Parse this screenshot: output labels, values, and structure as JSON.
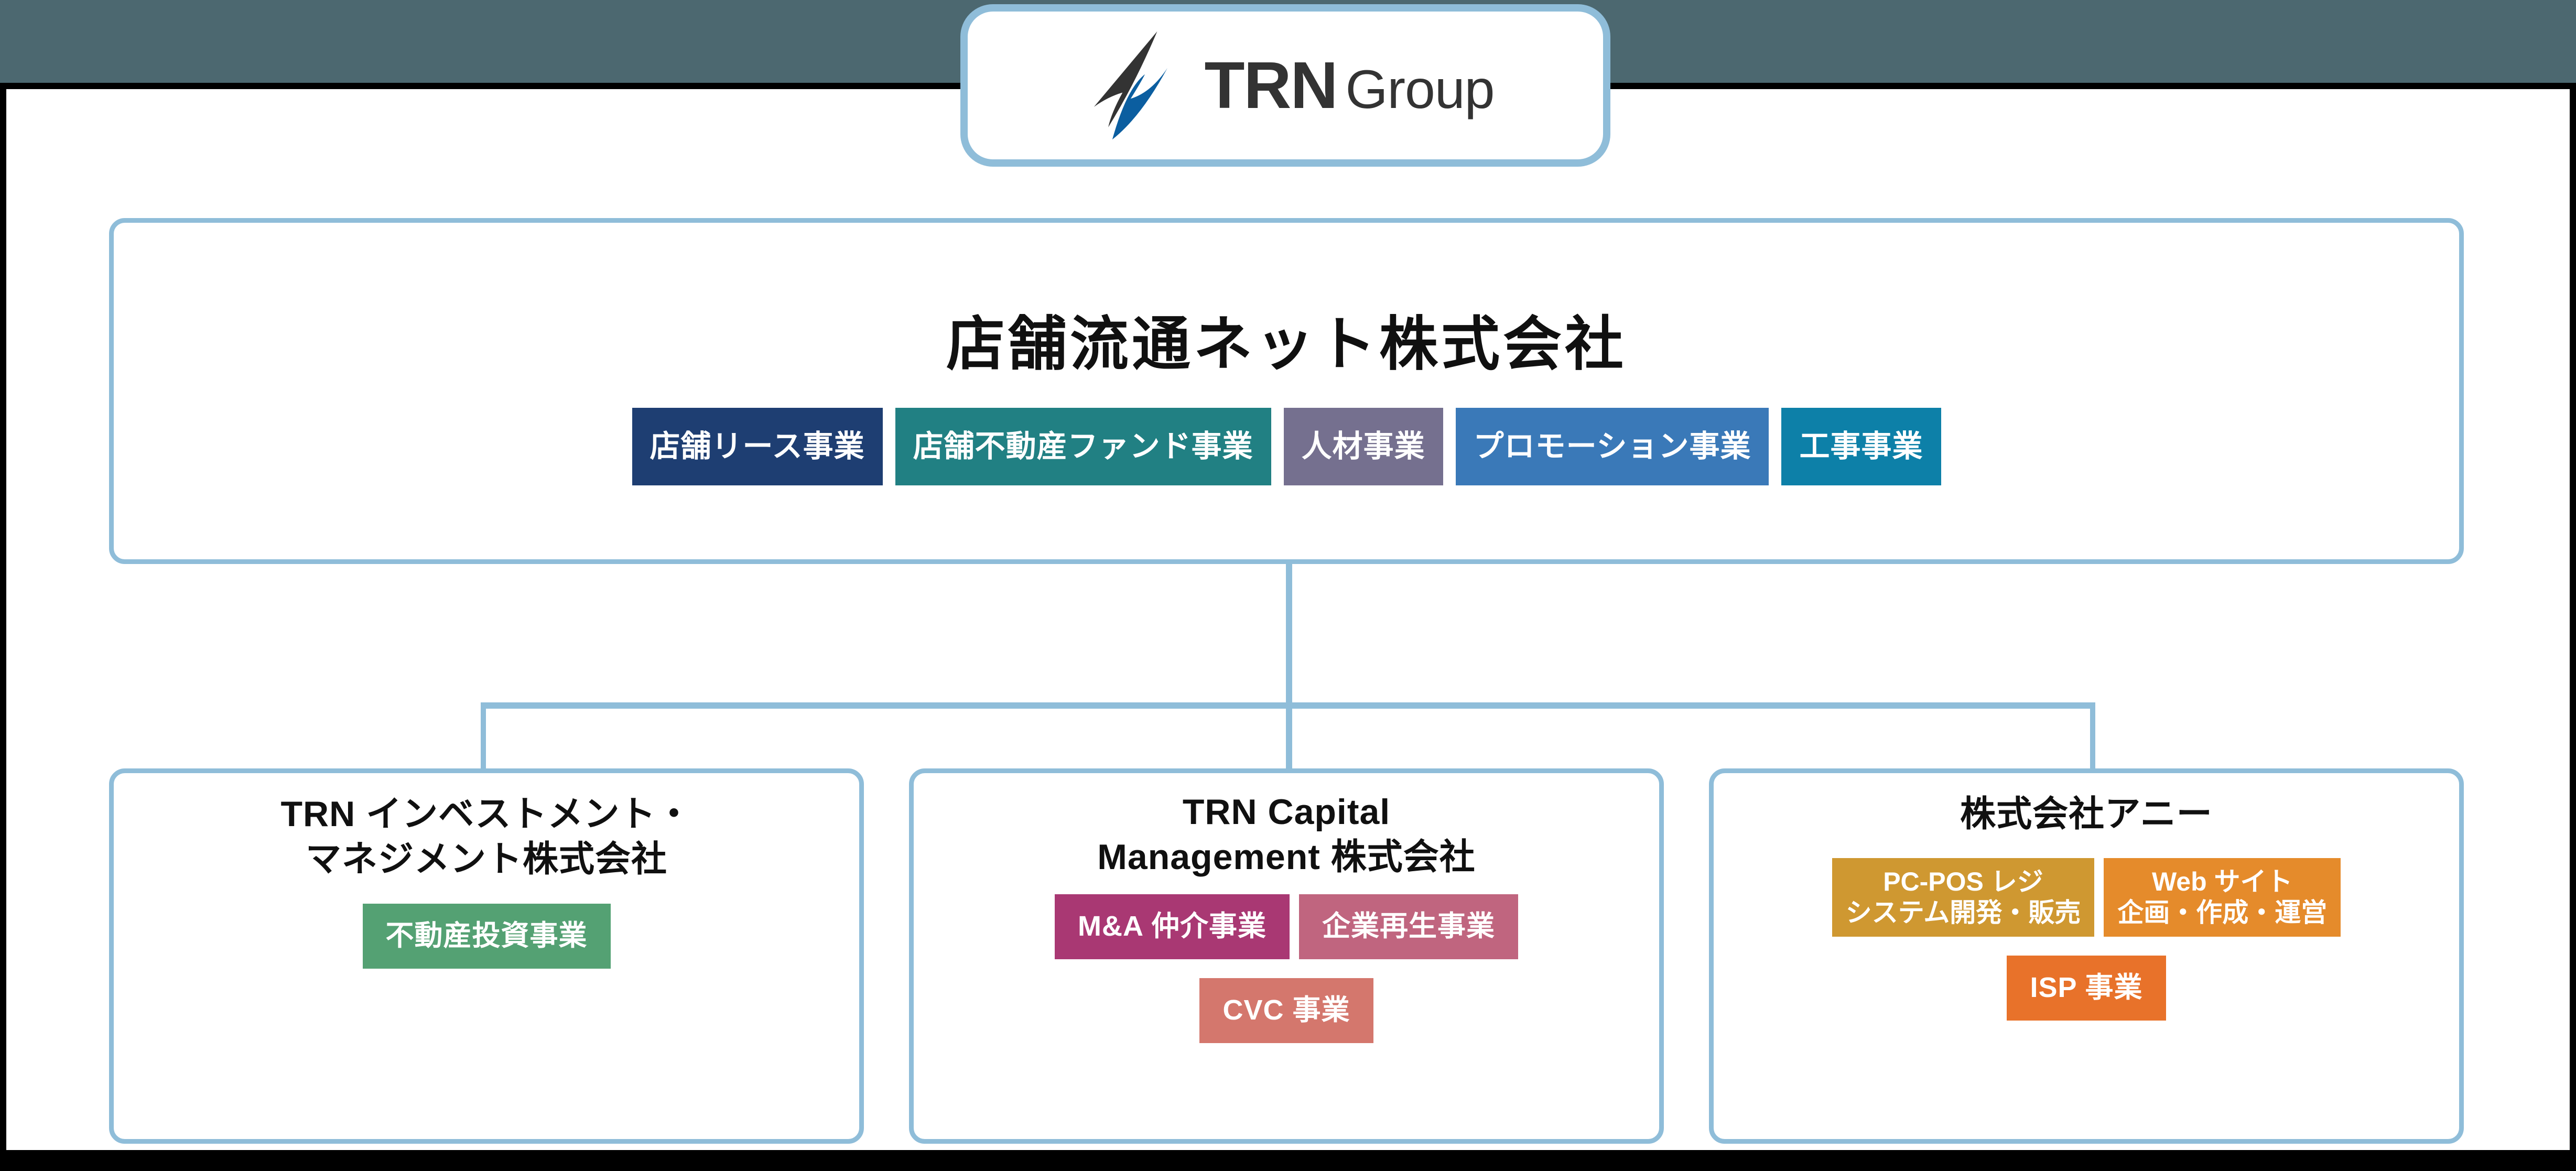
{
  "logo": {
    "mark_name": "trn-arrow-logo-icon",
    "brand_primary": "TRN",
    "brand_secondary": "Group",
    "mark_dark": "#333333",
    "mark_blue": "#0b5ea0"
  },
  "frame": {
    "background": "#4c6870",
    "border_color": "#000000",
    "card_border": "#8fbdd9",
    "connector_color": "#8fbdd9"
  },
  "parent": {
    "title": "店舗流通ネット株式会社",
    "badges": [
      {
        "label": "店舗リース事業",
        "color": "#1e3e72"
      },
      {
        "label": "店舗不動産ファンド事業",
        "color": "#218083"
      },
      {
        "label": "人材事業",
        "color": "#75708f"
      },
      {
        "label": "プロモーション事業",
        "color": "#3a79b8"
      },
      {
        "label": "工事事業",
        "color": "#0d80a8"
      }
    ]
  },
  "subsidiaries": [
    {
      "title_line1": "TRN インベストメント・",
      "title_line2": "マネジメント株式会社",
      "badges": [
        {
          "label": "不動産投資事業",
          "color": "#54a173"
        }
      ]
    },
    {
      "title_line1": "TRN Capital",
      "title_line2": "Management 株式会社",
      "badges": [
        {
          "label": "M&A 仲介事業",
          "color": "#a93873"
        },
        {
          "label": "企業再生事業",
          "color": "#c0657f"
        },
        {
          "label": "CVC 事業",
          "color": "#d4776d"
        }
      ]
    },
    {
      "title_line1": "株式会社アニー",
      "title_line2": "",
      "badges": [
        {
          "label_line1": "PC-POS レジ",
          "label_line2": "システム開発・販売",
          "color": "#cf9831"
        },
        {
          "label_line1": "Web サイト",
          "label_line2": "企画・作成・運営",
          "color": "#e58b2b"
        },
        {
          "label": "ISP 事業",
          "color": "#e8722a"
        }
      ]
    }
  ]
}
